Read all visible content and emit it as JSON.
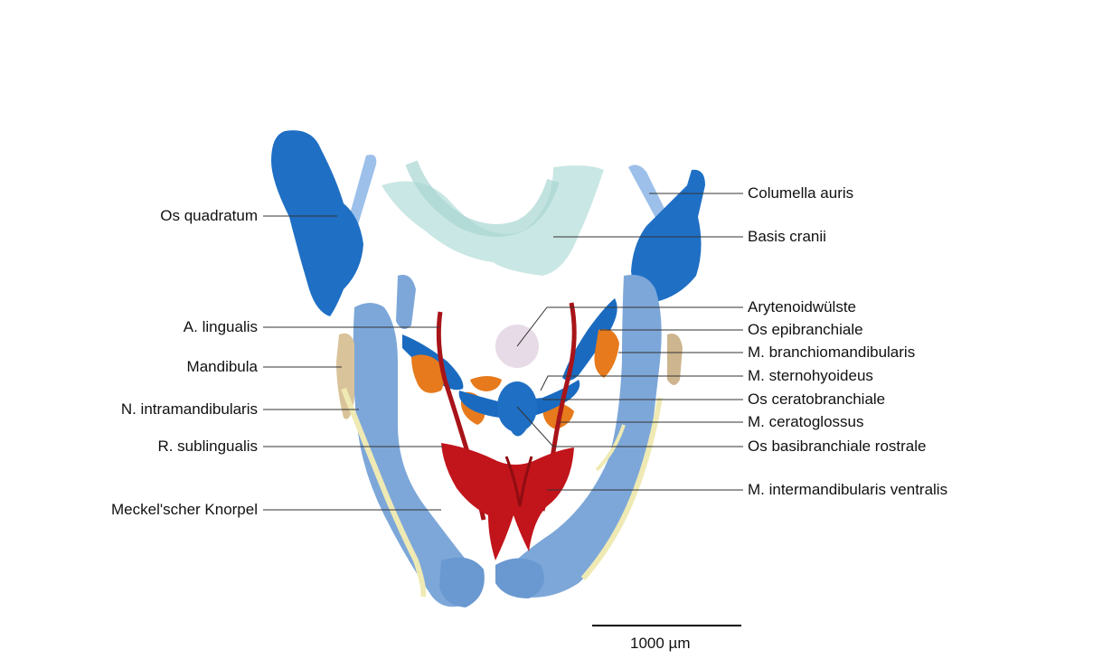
{
  "labels_left": [
    "Os quadratum",
    "A. lingualis",
    "Mandibula",
    "N. intramandibularis",
    "R. sublingualis",
    "Meckel'scher Knorpel"
  ],
  "labels_right": [
    "Columella auris",
    "Basis cranii",
    "Arytenoidwülste",
    "Os epibranchiale",
    "M. branchiomandibularis",
    "M. sternohyoideus",
    "Os ceratobranchiale",
    "M. ceratoglossus",
    "Os basibranchiale rostrale",
    "M. intermandibularis ventralis"
  ],
  "scale_bar": {
    "label": "1000 µm"
  },
  "colors": {
    "quadrate_blue": "#1f6fc4",
    "cartilage_light_blue": "#7da7d9",
    "epibranchial_blue": "#4a8fd6",
    "basis_cranii_teal": "#bfe3df",
    "muscle_red": "#c2141b",
    "muscle_orange": "#e67a1c",
    "nerve_yellow": "#efeab4",
    "mandibula_tan": "#d9c39a",
    "arytenoid_lilac": "#e6dbe6"
  }
}
